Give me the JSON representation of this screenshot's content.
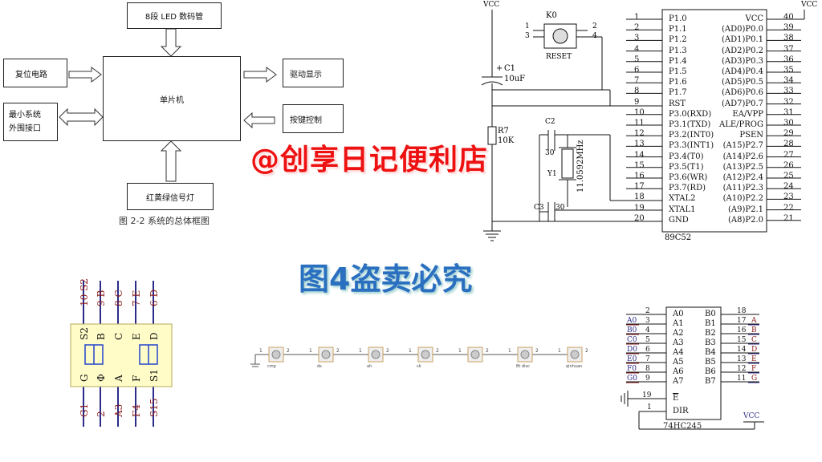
{
  "block_diagram": {
    "led_box": "8段 LED 数码管",
    "mcu_box": "单片机",
    "reset_box": "复位电路",
    "interface_box": "最小系统\n外围接口",
    "drive_box": "驱动显示",
    "key_box": "按键控制",
    "lights_box": "红黄绿信号灯",
    "caption": "图 2-2 系统的总体框图"
  },
  "watermarks": {
    "shop": "@创享日记便利店",
    "figure": "图4盗卖必究"
  },
  "mcu_schematic": {
    "vcc_left": "VCC",
    "vcc_right": "VCC",
    "k0": "K0",
    "reset": "RESET",
    "k0_pins": [
      "1",
      "3",
      "2",
      "4"
    ],
    "c1": "C1",
    "c1_value": "10uF",
    "c1_plus": "+",
    "r7": "R7",
    "r7_value": "10K",
    "c2": "C2",
    "c2_value": "30",
    "c3": "C3",
    "c3_value": "30",
    "y1": "Y1",
    "crystal": "11.0592MHz",
    "chip_name": "89C52",
    "left_pins": [
      {
        "n": "1",
        "label": "P1.0"
      },
      {
        "n": "2",
        "label": "P1.1"
      },
      {
        "n": "3",
        "label": "P1.2"
      },
      {
        "n": "4",
        "label": "P1.3"
      },
      {
        "n": "5",
        "label": "P1.4"
      },
      {
        "n": "6",
        "label": "P1.5"
      },
      {
        "n": "7",
        "label": "P1.6"
      },
      {
        "n": "8",
        "label": "P1.7"
      },
      {
        "n": "9",
        "label": "RST"
      },
      {
        "n": "10",
        "label": "P3.0(RXD)"
      },
      {
        "n": "11",
        "label": "P3.1(TXD)"
      },
      {
        "n": "12",
        "label": "P3.2(INT0)"
      },
      {
        "n": "13",
        "label": "P3.3(INT1)"
      },
      {
        "n": "14",
        "label": "P3.4(T0)"
      },
      {
        "n": "15",
        "label": "P3.5(T1)"
      },
      {
        "n": "16",
        "label": "P3.6(WR)"
      },
      {
        "n": "17",
        "label": "P3.7(RD)"
      },
      {
        "n": "18",
        "label": "XTAL2"
      },
      {
        "n": "19",
        "label": "XTAL1"
      },
      {
        "n": "20",
        "label": "GND"
      }
    ],
    "right_pins": [
      {
        "n": "40",
        "label": "VCC"
      },
      {
        "n": "39",
        "label": "(AD0)P0.0"
      },
      {
        "n": "38",
        "label": "(AD1)P0.1"
      },
      {
        "n": "37",
        "label": "(AD2)P0.2"
      },
      {
        "n": "36",
        "label": "(AD3)P0.3"
      },
      {
        "n": "35",
        "label": "(AD4)P0.4"
      },
      {
        "n": "34",
        "label": "(AD5)P0.5"
      },
      {
        "n": "33",
        "label": "(AD6)P0.6"
      },
      {
        "n": "32",
        "label": "(AD7)P0.7"
      },
      {
        "n": "31",
        "label": "EA/VPP"
      },
      {
        "n": "30",
        "label": "ALE/PROG"
      },
      {
        "n": "29",
        "label": "PSEN"
      },
      {
        "n": "28",
        "label": "(A15)P2.7"
      },
      {
        "n": "27",
        "label": "(A14)P2.6"
      },
      {
        "n": "26",
        "label": "(A13)P2.5"
      },
      {
        "n": "25",
        "label": "(A12)P2.4"
      },
      {
        "n": "24",
        "label": "(A11)P2.3"
      },
      {
        "n": "23",
        "label": "(A10)P2.2"
      },
      {
        "n": "22",
        "label": "(A9)P2.1"
      },
      {
        "n": "21",
        "label": "(A8)P2.0"
      }
    ]
  },
  "seven_seg": {
    "top_pins": [
      "10 S2",
      "9 B",
      "8 C",
      "7 E",
      "6 D"
    ],
    "inner_top": [
      "S2",
      "B",
      "C",
      "E",
      "D"
    ],
    "inner_bottom": [
      "G",
      "Ф",
      "A",
      "F",
      "S1"
    ],
    "bottom_pins": [
      "G1",
      "2",
      "A3",
      "F4",
      "S15"
    ]
  },
  "buttons": {
    "pin_a": "1",
    "pin_b": "2",
    "labels": [
      "cmp",
      "ds",
      "ah",
      "ck",
      "",
      "Bt  disc",
      "qinhuan"
    ]
  },
  "buffer": {
    "chip_name": "74HC245",
    "vcc": "VCC",
    "left_pins": [
      {
        "n": "2",
        "label": "A0",
        "net": ""
      },
      {
        "n": "3",
        "label": "A1",
        "net": "A0"
      },
      {
        "n": "4",
        "label": "A2",
        "net": "B0"
      },
      {
        "n": "5",
        "label": "A3",
        "net": "C0"
      },
      {
        "n": "6",
        "label": "A4",
        "net": "D0"
      },
      {
        "n": "7",
        "label": "A5",
        "net": "E0"
      },
      {
        "n": "8",
        "label": "A6",
        "net": "F0"
      },
      {
        "n": "9",
        "label": "A7",
        "net": "G0"
      }
    ],
    "right_pins": [
      {
        "n": "18",
        "label": "B0",
        "net": ""
      },
      {
        "n": "17",
        "label": "B1",
        "net": "A"
      },
      {
        "n": "16",
        "label": "B2",
        "net": "B"
      },
      {
        "n": "15",
        "label": "B3",
        "net": "C"
      },
      {
        "n": "14",
        "label": "B4",
        "net": "D"
      },
      {
        "n": "13",
        "label": "B5",
        "net": "E"
      },
      {
        "n": "12",
        "label": "B6",
        "net": "F"
      },
      {
        "n": "11",
        "label": "B7",
        "net": "G"
      }
    ],
    "e_pin": {
      "n": "19",
      "label": "E"
    },
    "dir_pin": {
      "n": "1",
      "label": "DIR"
    }
  }
}
